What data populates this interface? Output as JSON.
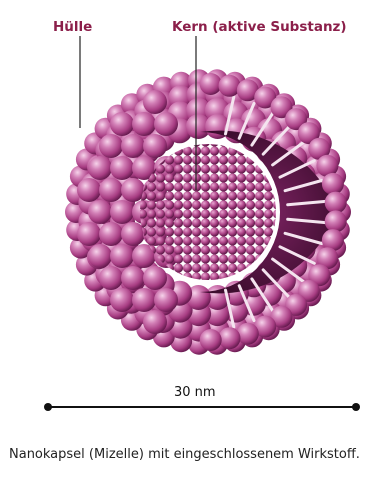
{
  "labels": {
    "shell": "Hülle",
    "core": "Kern (aktive Substanz)"
  },
  "scale": {
    "text": "30 nm"
  },
  "caption": "Nanokapsel (Mizelle) mit eingeschlossenem Wirkstoff.",
  "colors": {
    "label": "#8b1f4a",
    "sphere_light": "#f2c3e2",
    "sphere_mid": "#c0579a",
    "sphere_dark": "#5c1746",
    "core_bead": "#b0468a",
    "leader_line": "#222222"
  }
}
